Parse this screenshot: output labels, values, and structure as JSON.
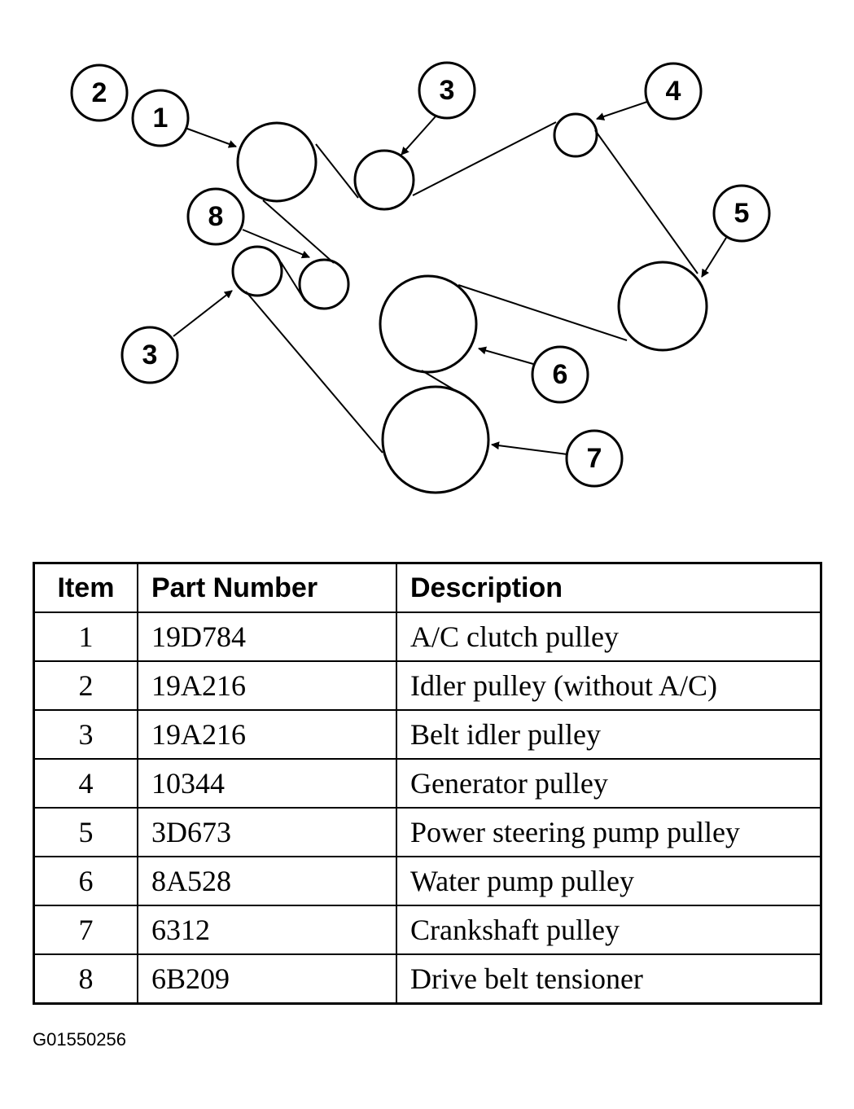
{
  "diagram": {
    "callouts": [
      "2",
      "1",
      "3",
      "4",
      "5",
      "8",
      "3",
      "6",
      "7"
    ]
  },
  "table": {
    "headers": [
      "Item",
      "Part Number",
      "Description"
    ],
    "rows": [
      {
        "item": "1",
        "part": "19D784",
        "desc": "A/C clutch pulley"
      },
      {
        "item": "2",
        "part": "19A216",
        "desc": "Idler pulley (without A/C)"
      },
      {
        "item": "3",
        "part": "19A216",
        "desc": "Belt idler pulley"
      },
      {
        "item": "4",
        "part": "10344",
        "desc": "Generator pulley"
      },
      {
        "item": "5",
        "part": "3D673",
        "desc": "Power steering pump pulley"
      },
      {
        "item": "6",
        "part": "8A528",
        "desc": "Water pump pulley"
      },
      {
        "item": "7",
        "part": "6312",
        "desc": "Crankshaft pulley"
      },
      {
        "item": "8",
        "part": "6B209",
        "desc": "Drive belt tensioner"
      }
    ]
  },
  "figure_code": "G01550256"
}
